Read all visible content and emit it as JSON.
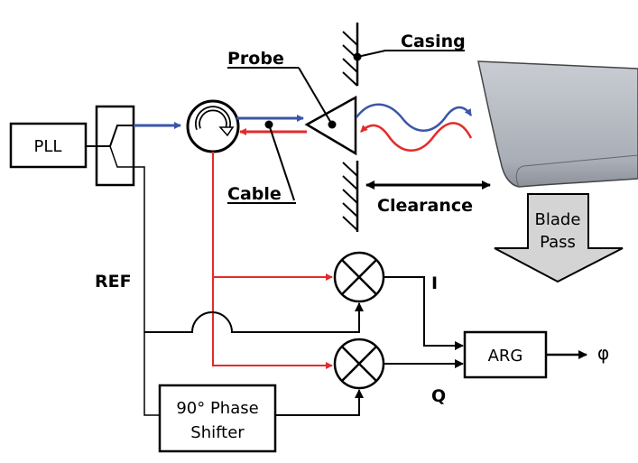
{
  "labels": {
    "pll": "PLL",
    "probe": "Probe",
    "casing": "Casing",
    "cable": "Cable",
    "clearance": "Clearance",
    "blade_pass_line1": "Blade",
    "blade_pass_line2": "Pass",
    "ref": "REF",
    "i": "I",
    "q": "Q",
    "arg": "ARG",
    "phi": "φ",
    "phase_shifter_line1": "90° Phase",
    "phase_shifter_line2": "Shifter"
  },
  "colors": {
    "transmit": "#3a56a8",
    "receive": "#e32b2b",
    "blade": "#b8bec6",
    "blade_pass_arrow": "#d4d4d4"
  }
}
